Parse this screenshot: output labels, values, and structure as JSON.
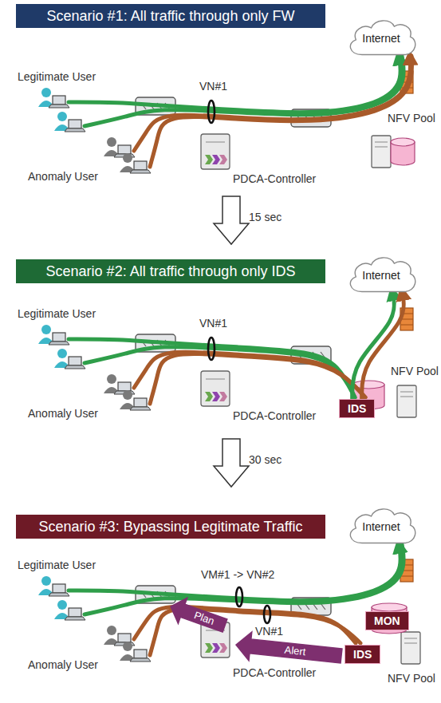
{
  "diagram": {
    "nodes": [
      {
        "text": [
          "Scenario #1: All traffic through only FW"
        ]
      },
      {
        "text": [
          "Internet"
        ]
      },
      {
        "text": [
          "Scenario #2: All traffic through only IDS"
        ]
      },
      {
        "text": [
          "Internet"
        ]
      },
      {
        "text": [
          "IDS"
        ]
      },
      {
        "text": [
          "Scenario #3: Bypassing Legitimate Traffic"
        ]
      },
      {
        "text": [
          "Internet"
        ]
      },
      {
        "text": [
          "MON"
        ]
      },
      {
        "text": [
          "IDS"
        ]
      }
    ],
    "edges": [
      {
        "from": 4,
        "to": 3,
        "arrow": "to"
      },
      {
        "from": 4,
        "to": 3,
        "arrow": "to"
      }
    ],
    "labels": [
      "Legitimate User",
      "VN#1",
      "NFV Pool",
      "Anomaly User",
      "PDCA-Controller",
      "15 sec",
      "Legitimate User",
      "VN#1",
      "NFV Pool",
      "Anomaly User",
      "PDCA-Controller",
      "30 sec",
      "Legitimate User",
      "VM#1 -> VN#2",
      "VN#1",
      "Plan",
      "Alert",
      "Anomaly User",
      "PDCA-Controller",
      "NFV Pool"
    ]
  }
}
